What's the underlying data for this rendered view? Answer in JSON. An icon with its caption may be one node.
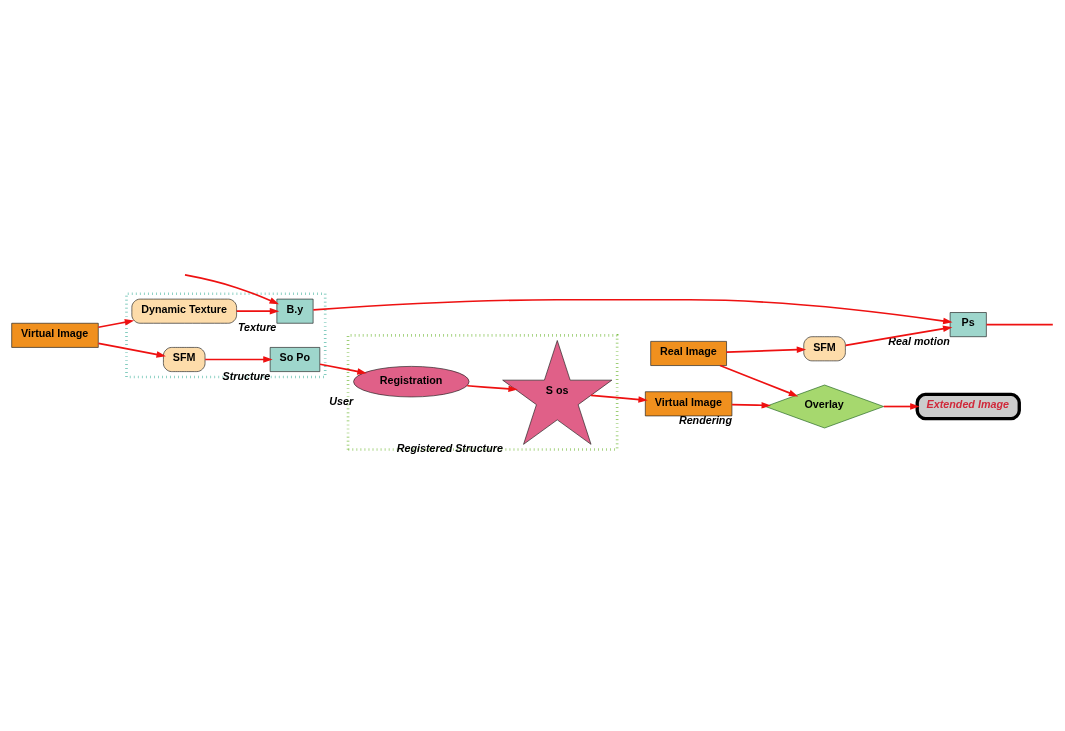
{
  "diagram": {
    "nodes": [
      {
        "text": [],
        "shape": "box"
      },
      {
        "text": [
          "Virtual Image"
        ]
      },
      {
        "text": [
          "Dynamic Texture"
        ],
        "in": 0
      },
      {
        "text": [
          "B.y"
        ],
        "in": 0,
        "beside": [
          "Texture"
        ]
      },
      {
        "text": [
          "SFM"
        ],
        "in": 0
      },
      {
        "text": [
          "So Po"
        ],
        "in": 0,
        "beside": [
          "Structure"
        ]
      },
      {
        "text": [],
        "shape": "box"
      },
      {
        "text": [
          "Registration"
        ],
        "in": 6,
        "beside": [
          "User"
        ]
      },
      {
        "text": [
          "S os"
        ],
        "in": 6,
        "beside": [
          "Registered Structure"
        ]
      },
      {
        "text": [
          "SFM"
        ]
      },
      {
        "text": [
          "Ps"
        ],
        "beside": [
          "Real motion"
        ]
      },
      {
        "text": [
          "Real Image"
        ]
      },
      {
        "text": [
          "Overlay"
        ]
      },
      {
        "text": [
          "Virtual Image"
        ],
        "beside": [
          "Rendering"
        ]
      },
      {
        "text": [
          "Extended Image"
        ]
      }
    ],
    "edges": [
      {
        "from": 1,
        "to": 2,
        "arrow": "to"
      },
      {
        "from": 1,
        "to": 4,
        "arrow": "to"
      },
      {
        "from": 2,
        "to": 3,
        "arrow": "to"
      },
      {
        "from": 4,
        "to": 5,
        "arrow": "to"
      },
      {
        "from": 3,
        "to": 10,
        "arrow": "to"
      },
      {
        "from": 5,
        "to": 7,
        "arrow": "to"
      },
      {
        "from": 7,
        "to": 8,
        "arrow": "to"
      },
      {
        "from": null,
        "to": 3,
        "arrow": "to"
      },
      {
        "from": 10,
        "to": null,
        "arrow": "none"
      },
      {
        "from": 8,
        "to": 13,
        "arrow": "to"
      },
      {
        "from": 11,
        "to": 9,
        "arrow": "to"
      },
      {
        "from": 9,
        "to": 10,
        "arrow": "to"
      },
      {
        "from": 11,
        "to": 12,
        "arrow": "to"
      },
      {
        "from": 13,
        "to": 12,
        "arrow": "to"
      },
      {
        "from": 12,
        "to": 14,
        "arrow": "to"
      }
    ]
  }
}
